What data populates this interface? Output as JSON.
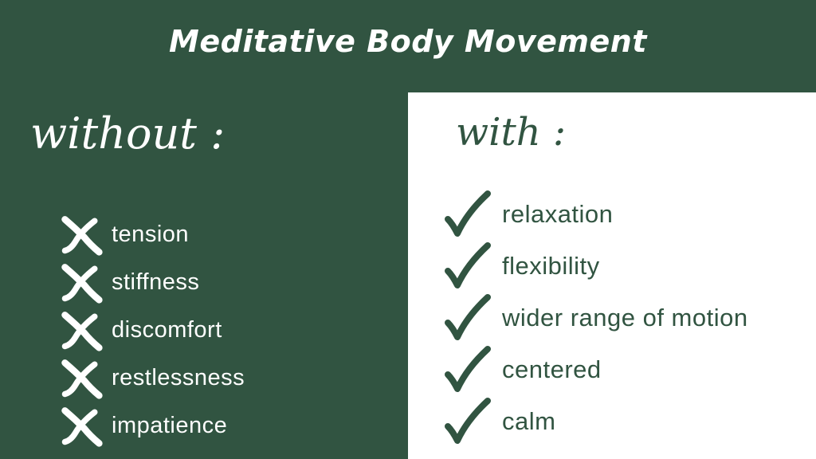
{
  "title": "Meditative Body Movement",
  "colors": {
    "green": "#315441",
    "white": "#ffffff"
  },
  "without": {
    "heading": "without :",
    "icon": "cross-icon",
    "items": [
      "tension",
      "stiffness",
      "discomfort",
      "restlessness",
      "impatience"
    ]
  },
  "with": {
    "heading": "with :",
    "icon": "checkmark-icon",
    "items": [
      "relaxation",
      "flexibility",
      "wider range of motion",
      "centered",
      "calm"
    ]
  }
}
